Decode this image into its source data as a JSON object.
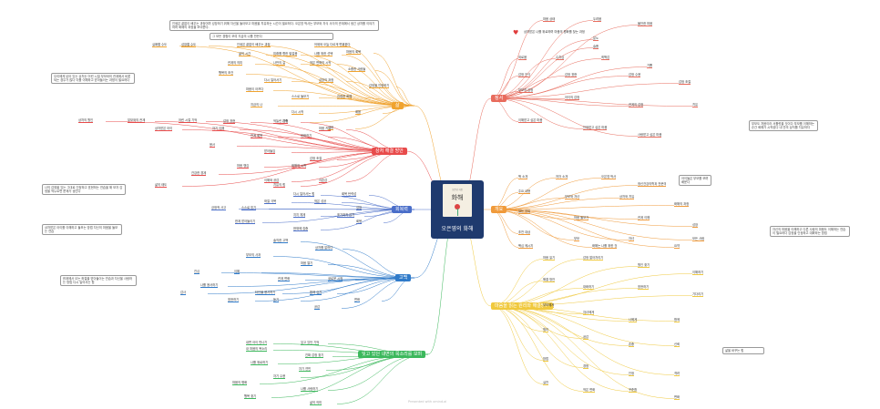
{
  "center": {
    "title": "오은영의 화해",
    "book_title": "화해",
    "book_subtitle": "오은영 지음"
  },
  "watermark": "Presented with xmind.ai",
  "colors": {
    "bg": "#ffffff",
    "center": "#1f3a6e",
    "line_default": "#999999"
  },
  "topics": {
    "t1": {
      "label": "삶",
      "color": "#f0a32e"
    },
    "t2": {
      "label": "상처 해결 방안",
      "color": "#e84b4b"
    },
    "t3": {
      "label": "회복력",
      "color": "#4a6ec9"
    },
    "t4": {
      "label": "고백",
      "color": "#2f7ac9"
    },
    "t5": {
      "label": "잊고 있던 내면의 목소리를 보며",
      "color": "#3cb85c"
    },
    "t6": {
      "label": "정서",
      "color": "#e86b5c"
    },
    "t7": {
      "label": "개요",
      "color": "#f09a3a"
    },
    "t8": {
      "label": "마음을 읽는 원리와 해결방안",
      "color": "#f0c93e"
    }
  },
  "notes": {
    "n_top_left": "인생은 끝없이 배우는 과정이며 성장하기 위해 자신을 돌아보고 마음을 치유하는 시간이 필요하다. 오은영 박사는 부모와 자식 사이의 관계에서 생긴 상처를 이야기하며 화해의 과정을 보여준다.",
    "n_top_left2": "그 모든 경험이 모여 지금의 나를 만든다",
    "n_heart": "상처받은 나를 위로하며 마음의 평화를 찾는 과정",
    "n_left1": "우리에게 남아 있는 상처는 어린 시절 부모와의 관계에서 비롯되는 경우가 많다 이를 이해하고 받아들이는 과정이 필요하다",
    "n_left2": "나의 감정을 있는 그대로 인정하고 표현하는 연습을 해 보자 감정을 억누르면 문제가 생긴다",
    "n_left3": "상처받은 아이를 이해하고 돌보는 방법 자신의 마음을 돌보는 연습",
    "n_left4": "한계에서 오는 좌절을 받아들이는 연습과 자신을 사랑하는 방법 다시 일어서는 힘",
    "n_right1": "부모도 처음이라 서툴렀을 것이다 부모를 이해하는 순간 화해가 시작된다 내 안의 상처를 치유하자",
    "n_right2": "자신의 마음을 이해하고 다른 사람의 마음도 이해하는 연습이 필요하다 감정을 인정하고 대화하는 방법",
    "n_right3": "아이들은 부모를 보며 배운다",
    "n_right4": "삶을 바꾸는 힘"
  },
  "nodes": {
    "a01": "실패할 수도",
    "a02": "성장할 수도",
    "a03": "인생은 끝없이 배우는 과정",
    "a04": "어제와 오늘 다르게 변화한다",
    "a05": "마음의 회복",
    "a06": "삶의 시간",
    "a07": "미래를 향한 발걸음",
    "a08": "나를 위한 선택",
    "a09": "관계의 의미",
    "a10": "나만의 길",
    "a11": "작은 변화의 시작",
    "a12": "소중한 사람들",
    "a13": "행복의 조건",
    "a14": "다시 일어서기",
    "a15": "성장의 과정",
    "a16": "감정을 인정하기",
    "a17": "마음이 아프다",
    "a18": "스스로 돌보기",
    "a19": "진정한 화해",
    "a20": "지금의 나",
    "a21": "다시 시작",
    "a22": "배움",
    "a23": "가족",
    "a24": "사랑",
    "b01": "상처의 원인",
    "b02": "부모와의 관계",
    "b03": "어린 시절 기억",
    "b04": "감정 표현",
    "b05": "억눌린 감정",
    "b06": "마음 치유",
    "b07": "상처받은 아이",
    "b08": "자기 이해",
    "b09": "관계 회복",
    "b10": "대화하기",
    "b11": "용서",
    "b12": "받아들임",
    "b13": "감정 조절",
    "b14": "마음 챙김",
    "b15": "화해의 시작",
    "b16": "건강한 경계",
    "b17": "이해와 공감",
    "b18": "자존감",
    "b19": "삶의 태도",
    "b20": "치유의 힘",
    "c01": "다시 일어서는 힘",
    "c02": "회복 탄력성",
    "c03": "좌절 극복",
    "c04": "작은 성공",
    "c05": "긍정적 사고",
    "c06": "스스로 믿기",
    "c07": "지지 체계",
    "c08": "포기하지 않기",
    "c09": "한계 받아들이기",
    "c10": "현재에 집중",
    "c11": "회복",
    "c12": "성장",
    "d01": "솔직한 고백",
    "d02": "상처를 말하다",
    "d03": "부모의 사과",
    "d04": "마음 열기",
    "d05": "진심",
    "d06": "이해",
    "d07": "관계 변화",
    "d08": "새로운 시작",
    "d09": "나를 용서하기",
    "d10": "타인을 용서하기",
    "d11": "함께 걷기",
    "d12": "감사",
    "d13": "표현하기",
    "d14": "듣기",
    "d15": "공감",
    "d16": "변화",
    "e01": "내면 아이 만나기",
    "e02": "잊고 있던 기억",
    "e03": "내 마음의 목소리",
    "e04": "진짜 감정 찾기",
    "e05": "나를 위로하기",
    "e06": "자기 연민",
    "e07": "자기 수용",
    "e08": "마음의 평화",
    "e09": "나를 사랑하기",
    "e10": "행복 찾기",
    "e11": "삶의 의미",
    "f00": "마음 상태",
    "f01": "두려움",
    "f02": "불안한 마음",
    "f03": "분노",
    "f04": "슬픔",
    "f05": "외로움",
    "f06": "수치심",
    "f07": "죄책감",
    "f08": "기쁨",
    "f09": "감정 인식",
    "f10": "감정 표현",
    "f11": "감정 수용",
    "f12": "감정 조절",
    "f13": "부모의 감정",
    "f14": "아이의 감정",
    "f15": "관계의 감정",
    "f16": "치유",
    "f17": "이해받고 싶은 마음",
    "f18": "인정받고 싶은 마음",
    "f19": "사랑받고 싶은 마음",
    "g01": "책 소개",
    "g02": "저자 소개",
    "g03": "오은영 박사",
    "g04": "정신건강의학과 전문의",
    "g05": "주요 내용",
    "g06": "부모와 자녀",
    "g07": "상처와 치유",
    "g08": "화해의 과정",
    "g09": "읽는 이유",
    "g10": "마음 돌보기",
    "g11": "관계 이해",
    "g12": "성장",
    "g13": "추천 대상",
    "g14": "부모",
    "g15": "자녀",
    "g16": "모든 사람",
    "g17": "핵심 메시지",
    "g18": "화해는 나를 위한 것",
    "g19": "요약",
    "h01": "마음 읽기",
    "h02": "감정 알아차리기",
    "h03": "원인 찾기",
    "h04": "이해하기",
    "h05": "해결 방안",
    "h06": "대화하기",
    "h07": "표현하기",
    "h08": "기다리기",
    "h09": "부모에게",
    "h10": "자녀에게",
    "h11": "나에게",
    "h12": "함께",
    "h13": "원리",
    "h14": "공감",
    "h15": "존중",
    "h16": "신뢰",
    "h17": "방법",
    "h18": "경청",
    "h19": "인정",
    "h20": "격려",
    "h21": "실천",
    "h22": "작은 변화",
    "h23": "꾸준함",
    "h24": "변화"
  }
}
